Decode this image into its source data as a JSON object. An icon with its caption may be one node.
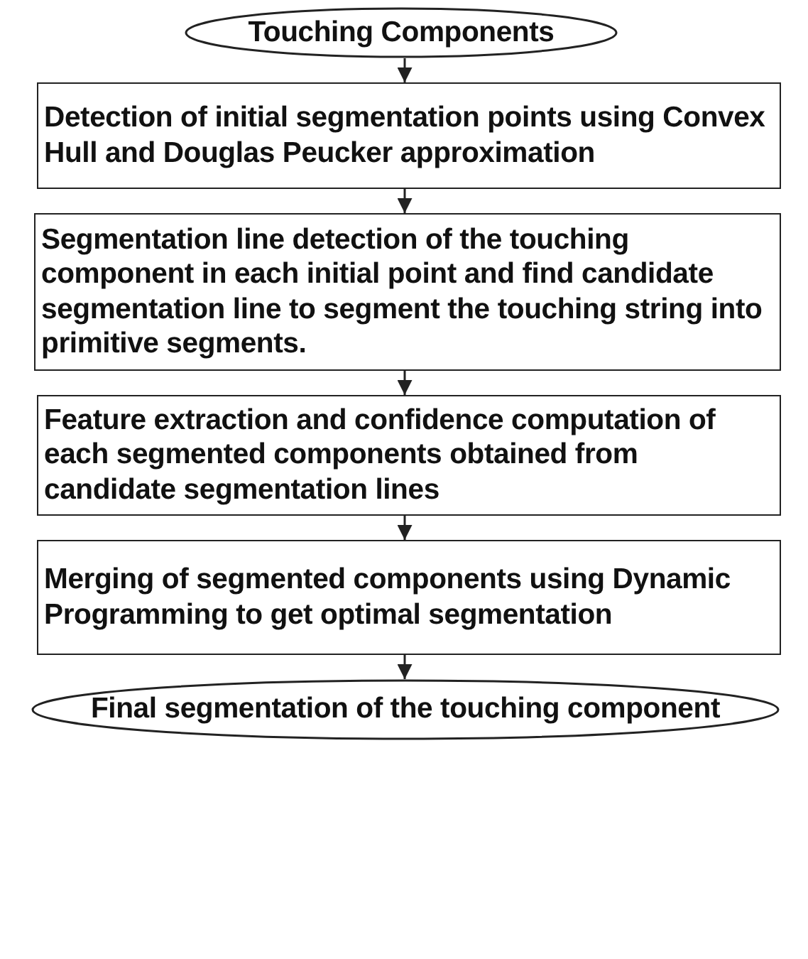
{
  "diagram": {
    "nodes": [
      {
        "text": [
          "Touching Components"
        ]
      },
      {
        "text": [
          "Detection of initial segmentation points using Convex Hull and Douglas Peucker approximation"
        ]
      },
      {
        "text": [
          "Segmentation line detection of the touching component in each initial point and find candidate segmentation line to segment the touching string into primitive segments."
        ]
      },
      {
        "text": [
          "Feature extraction and confidence computation of each segmented components obtained from candidate segmentation lines"
        ]
      },
      {
        "text": [
          "Merging of segmented components using Dynamic Programming to get optimal segmentation"
        ]
      },
      {
        "text": [
          "Final segmentation of the touching component"
        ]
      }
    ],
    "edges": [
      {
        "from": 0,
        "to": 1,
        "arrow": "to"
      },
      {
        "from": 1,
        "to": 2,
        "arrow": "to"
      },
      {
        "from": 2,
        "to": 3,
        "arrow": "to"
      },
      {
        "from": 3,
        "to": 4,
        "arrow": "to"
      },
      {
        "from": 4,
        "to": 5,
        "arrow": "to"
      }
    ]
  }
}
